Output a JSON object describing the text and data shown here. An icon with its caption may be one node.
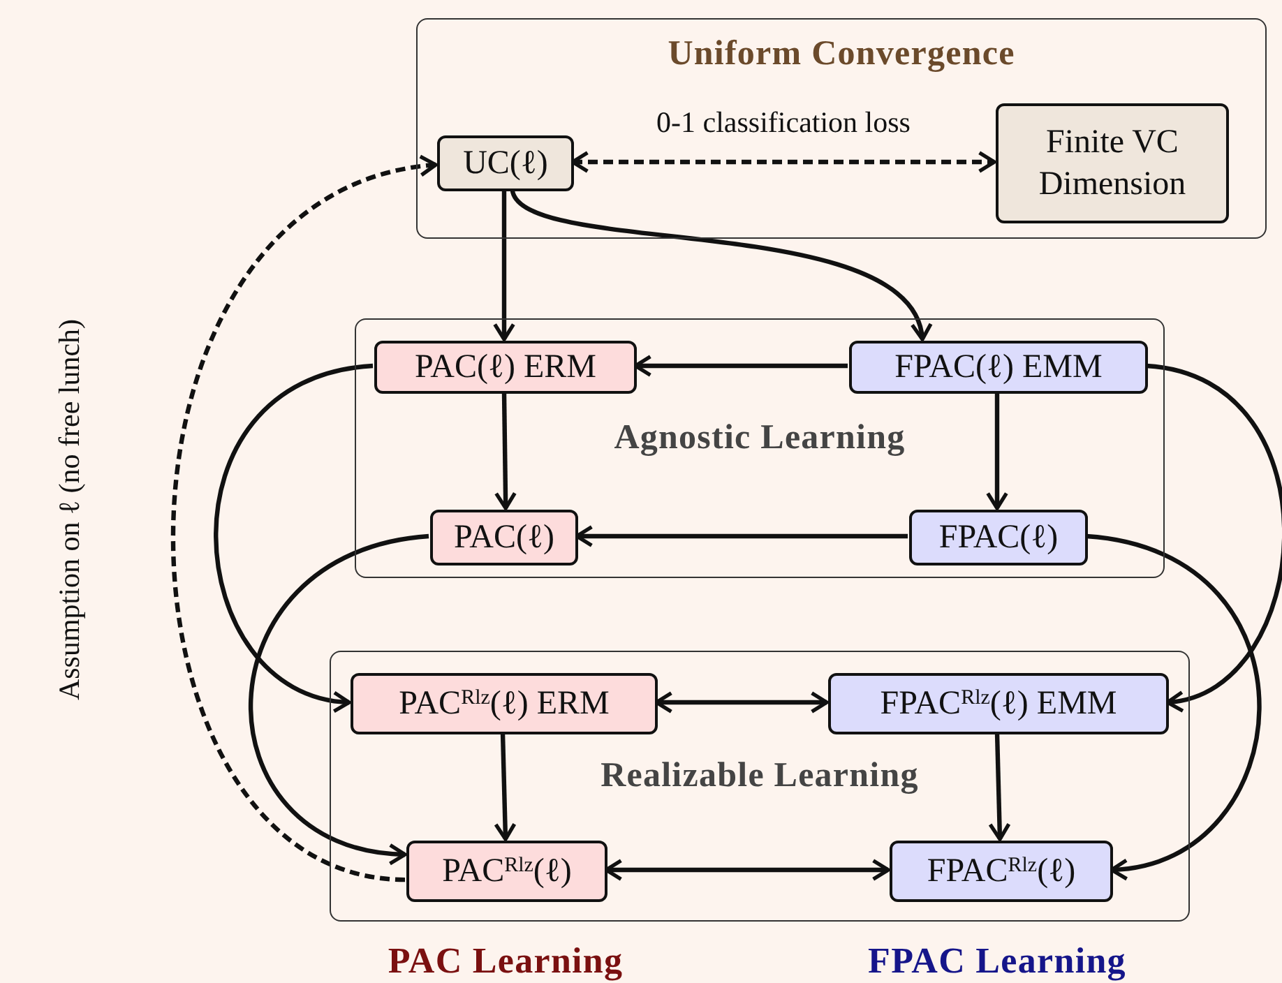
{
  "diagram": {
    "nodes": [
      {
        "text": [
          "Uniform Convergence"
        ]
      },
      {
        "text": [
          "UC(ℓ)"
        ],
        "in": 0
      },
      {
        "text": [
          "Finite VC Dimension"
        ],
        "in": 0
      },
      {
        "text": [
          "Agnostic Learning"
        ]
      },
      {
        "text": [
          "PAC(ℓ) ERM"
        ],
        "in": 3
      },
      {
        "text": [
          "FPAC(ℓ) EMM"
        ],
        "in": 3
      },
      {
        "text": [
          "PAC(ℓ)"
        ],
        "in": 3
      },
      {
        "text": [
          "FPAC(ℓ)"
        ],
        "in": 3
      },
      {
        "text": [
          "Realizable Learning"
        ]
      },
      {
        "text": [
          "PAC$^{Rlz}$(ℓ) ERM"
        ],
        "in": 8
      },
      {
        "text": [
          "FPAC$^{Rlz}$(ℓ) EMM"
        ],
        "in": 8
      },
      {
        "text": [
          "PAC$^{Rlz}$(ℓ)"
        ],
        "in": 8
      },
      {
        "text": [
          "FPAC$^{Rlz}$(ℓ)"
        ],
        "in": 8
      }
    ],
    "edges": [
      {
        "from": 1,
        "to": 2,
        "arrow": "both",
        "label": "0-1 classification loss",
        "style": "dashed"
      },
      {
        "from": 11,
        "to": 1,
        "arrow": "to",
        "label": "Assumption on ℓ (no free lunch)",
        "style": "dashed"
      },
      {
        "from": 1,
        "to": 4,
        "arrow": "to"
      },
      {
        "from": 1,
        "to": 5,
        "arrow": "to"
      },
      {
        "from": 5,
        "to": 4,
        "arrow": "to"
      },
      {
        "from": 4,
        "to": 6,
        "arrow": "to"
      },
      {
        "from": 5,
        "to": 7,
        "arrow": "to"
      },
      {
        "from": 7,
        "to": 6,
        "arrow": "to"
      },
      {
        "from": 4,
        "to": 9,
        "arrow": "to"
      },
      {
        "from": 6,
        "to": 11,
        "arrow": "to"
      },
      {
        "from": 5,
        "to": 10,
        "arrow": "to"
      },
      {
        "from": 7,
        "to": 12,
        "arrow": "to"
      },
      {
        "from": 9,
        "to": 10,
        "arrow": "both"
      },
      {
        "from": 9,
        "to": 11,
        "arrow": "to"
      },
      {
        "from": 10,
        "to": 12,
        "arrow": "to"
      },
      {
        "from": 11,
        "to": 12,
        "arrow": "both"
      }
    ],
    "labels": [
      "PAC Learning",
      "FPAC Learning"
    ]
  }
}
